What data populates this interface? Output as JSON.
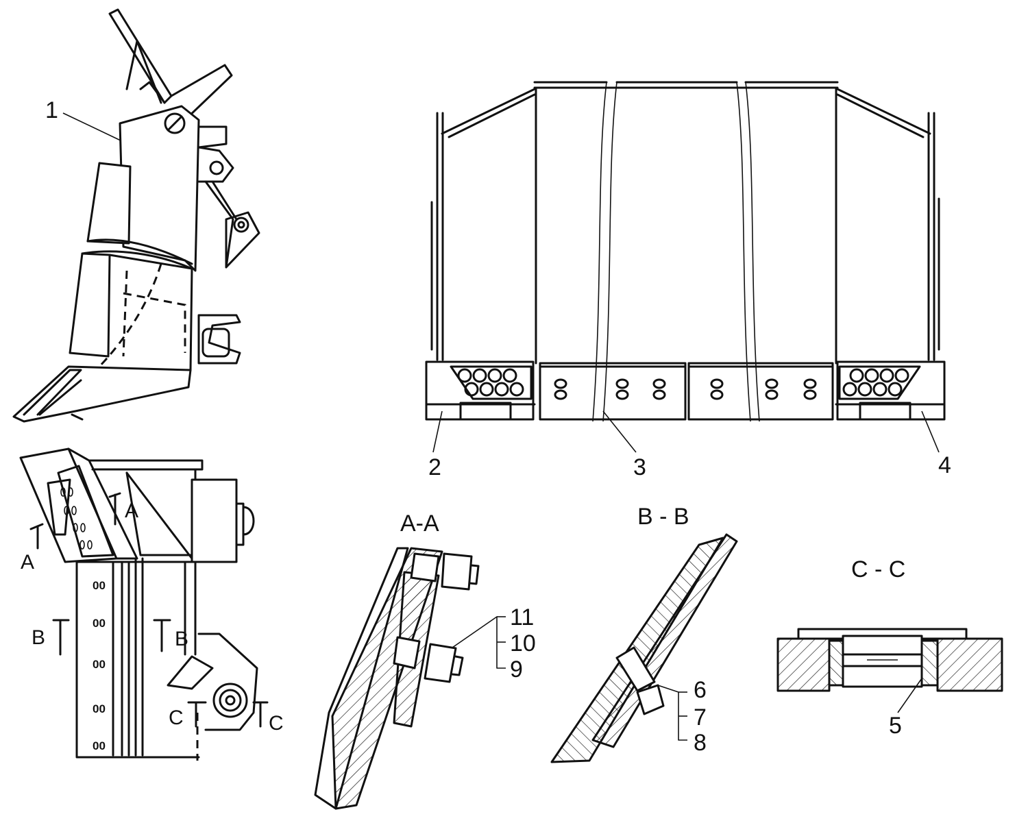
{
  "callouts": {
    "c1": "1",
    "c2": "2",
    "c3": "3",
    "c4": "4",
    "c5": "5",
    "c6": "6",
    "c7": "7",
    "c8": "8",
    "c9": "9",
    "c10": "10",
    "c11": "11"
  },
  "sections": {
    "aa_title": "A-A",
    "bb_title": "B - B",
    "cc_title": "C - C"
  },
  "cut_markers": {
    "a_left": "A",
    "a_right": "A",
    "b_left": "B",
    "b_right": "B",
    "c_left": "C",
    "c_right": "C"
  },
  "hole_marks": {
    "m1": "00",
    "m2": "00",
    "m3": "00",
    "m4": "00",
    "m5": "00"
  }
}
